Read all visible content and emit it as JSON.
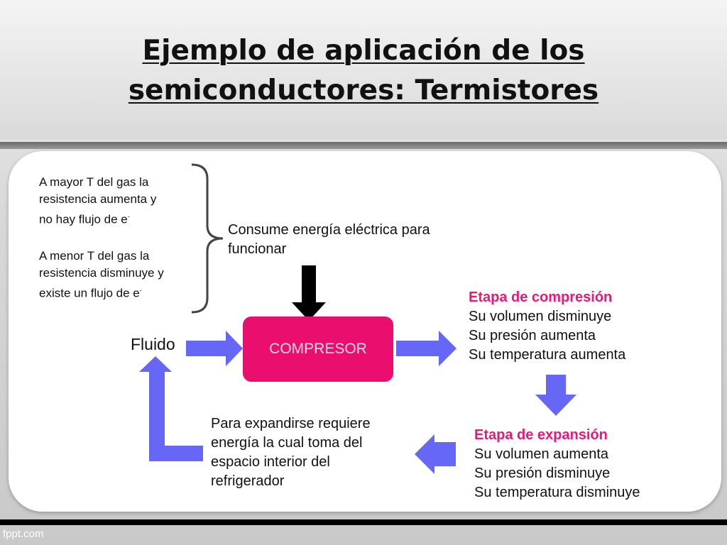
{
  "slide": {
    "title_line1": "Ejemplo de aplicación de los",
    "title_line2": "semiconductores: Termistores",
    "footer": "fppt.com"
  },
  "diagram": {
    "note_high_line1": "A mayor T del gas la",
    "note_high_line2": "resistencia aumenta y",
    "note_high_line3": "no hay flujo de e",
    "note_low_line1": "A menor T del gas la",
    "note_low_line2": "resistencia disminuye y",
    "note_low_line3": "existe un flujo de e",
    "electron_sup": "-",
    "energy_line1": "Consume energía eléctrica para",
    "energy_line2": "funcionar",
    "fluid_label": "Fluido",
    "compressor_label": "COMPRESOR",
    "compression": {
      "heading": "Etapa de compresión",
      "line1": "Su volumen disminuye",
      "line2": "Su presión aumenta",
      "line3": "Su temperatura aumenta"
    },
    "expansion": {
      "heading": "Etapa de expansión",
      "line1": "Su volumen aumenta",
      "line2": "Su presión disminuye",
      "line3": "Su temperatura disminuye"
    },
    "expand_line1": "Para expandirse requiere",
    "expand_line2": "energía la cual toma del",
    "expand_line3": "espacio interior del",
    "expand_line4": "refrigerador"
  },
  "colors": {
    "accent_pink": "#ea0e6f",
    "heading_pink": "#e6197a",
    "arrow_blue": "#6767f7",
    "arrow_black": "#000000"
  }
}
